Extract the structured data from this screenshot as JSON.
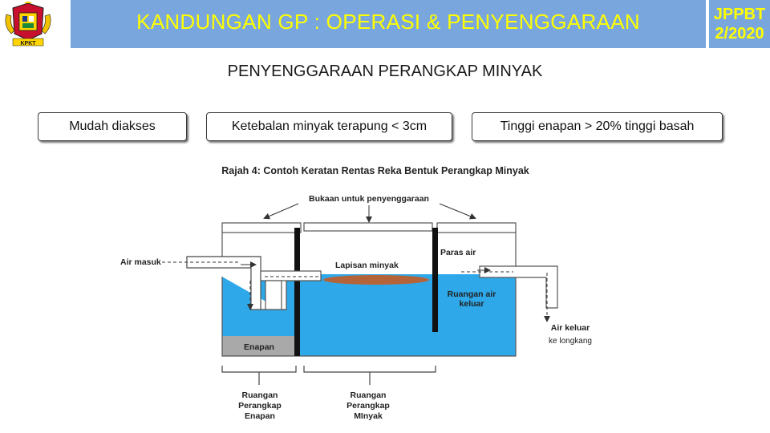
{
  "header": {
    "title": "KANDUNGAN GP : OPERASI & PENYENGGARAAN",
    "badge_line1": "JPPBT",
    "badge_line2": "2/2020",
    "logo_text": "KPKT"
  },
  "subtitle": "PENYENGGARAAN PERANGKAP MINYAK",
  "criteria": [
    "Mudah diakses",
    "Ketebalan minyak terapung < 3cm",
    "Tinggi enapan > 20% tinggi basah"
  ],
  "diagram": {
    "caption": "Rajah 4: Contoh Keratan Rentas Reka Bentuk Perangkap Minyak",
    "opening": "Bukaan untuk penyenggaraan",
    "inlet": "Air masuk",
    "oil_layer": "Lapisan minyak",
    "water_level": "Paras air",
    "outlet_space_1": "Ruangan air",
    "outlet_space_2": "keluar",
    "outlet_1": "Air keluar",
    "outlet_2": "ke longkang",
    "sediment": "Enapan",
    "sed_space_1": "Ruangan",
    "sed_space_2": "Perangkap",
    "sed_space_3": "Enapan",
    "oil_space_1": "Ruangan",
    "oil_space_2": "Perangkap",
    "oil_space_3": "MInyak"
  },
  "colors": {
    "title_bar": "#7aa6de",
    "title_text": "#ffff00",
    "water": "#2ea8e8",
    "oil": "#b5643a",
    "sediment": "#a9a9a9"
  }
}
